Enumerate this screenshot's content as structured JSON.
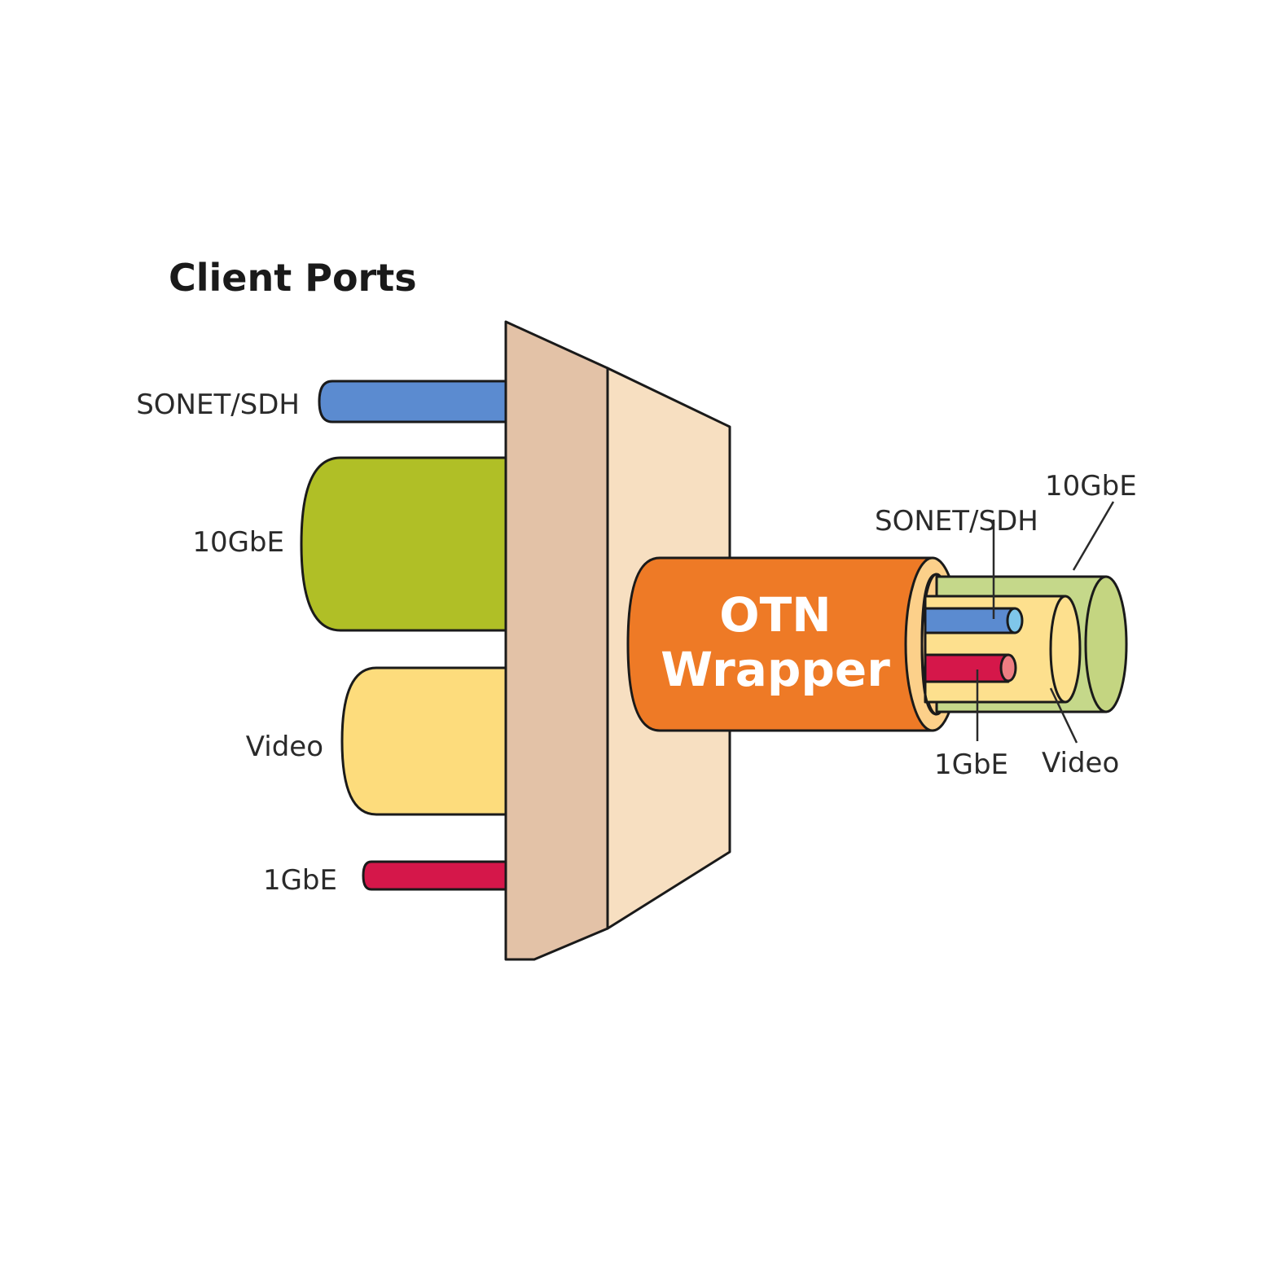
{
  "title": "Client Ports",
  "client_ports": [
    {
      "label": "SONET/SDH",
      "color": "#5b8bd0"
    },
    {
      "label": "10GbE",
      "color": "#b0bf26"
    },
    {
      "label": "Video",
      "color": "#fddc7c"
    },
    {
      "label": "1GbE",
      "color": "#d5174a"
    }
  ],
  "wrapper": {
    "line1": "OTN",
    "line2": "Wrapper",
    "color": "#ee7a26",
    "inner_color": "#fcd08a"
  },
  "mux": {
    "front_color": "#e3c2a7",
    "back_color": "#f7dfc1"
  },
  "cable_labels": {
    "tengbe": "10GbE",
    "sonet": "SONET/SDH",
    "onegbe": "1GbE",
    "video": "Video"
  },
  "cable_colors": {
    "tengbe": "#c5d88a",
    "tengbe_end": "#c4d581",
    "video": "#fde08e",
    "sonet_cap": "#7fc6ea",
    "onegbe_cap": "#ee7d82"
  }
}
